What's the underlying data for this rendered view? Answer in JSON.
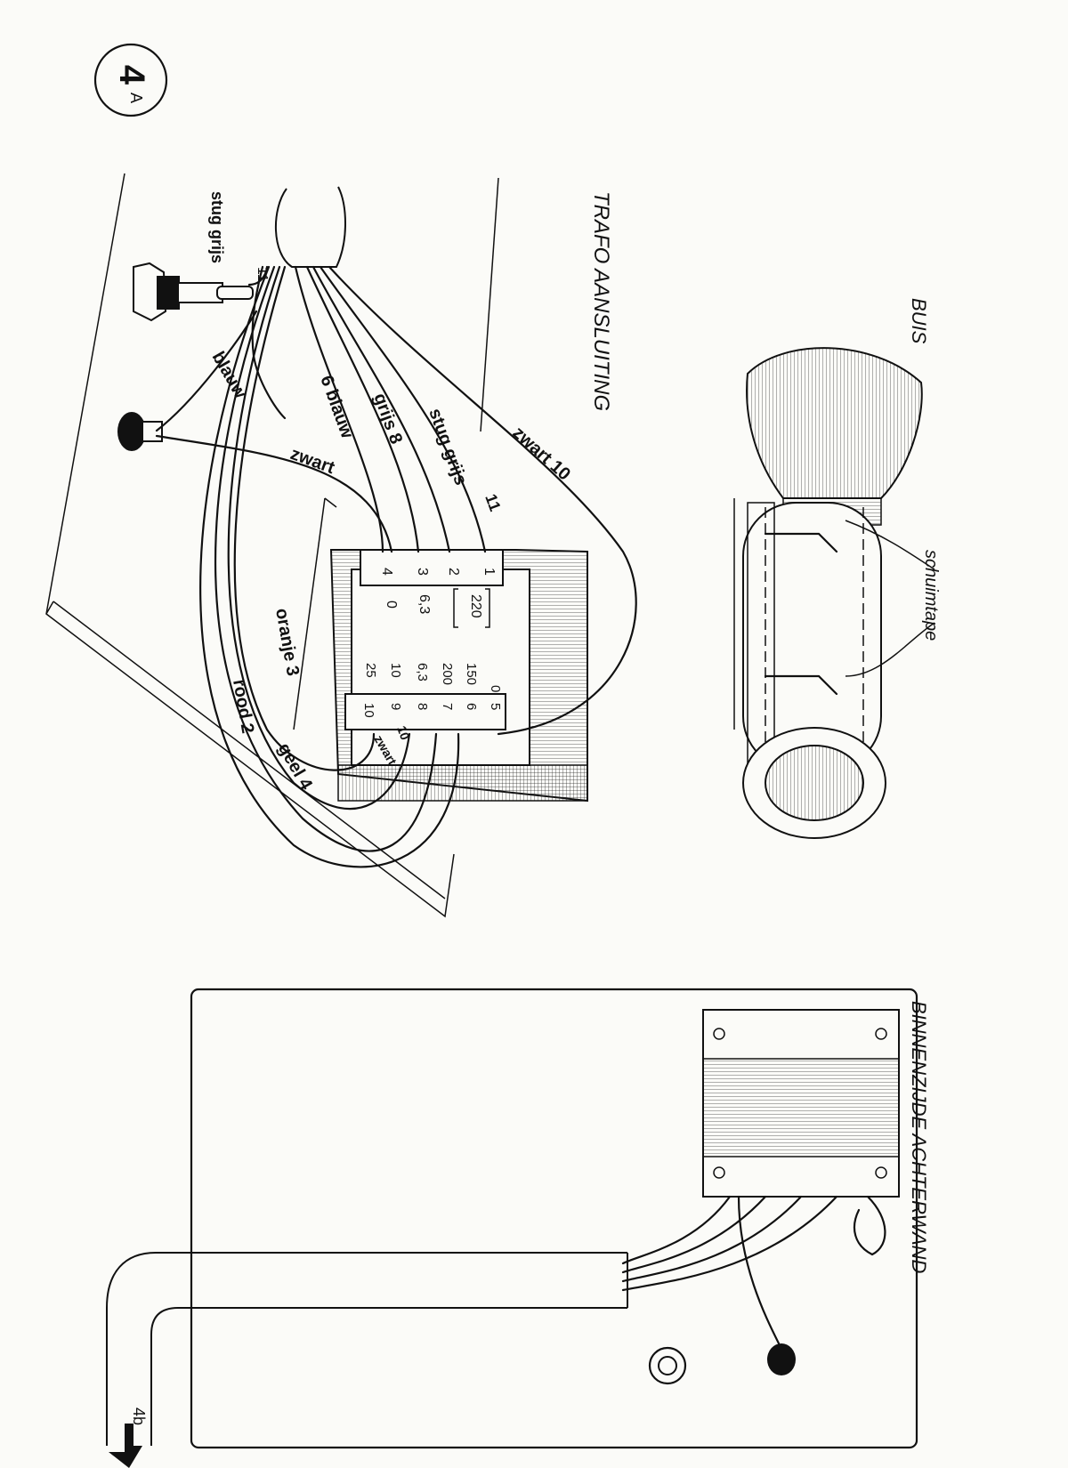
{
  "page_badge": {
    "number": "4",
    "suffix": "A"
  },
  "section_trafo": {
    "title": "TRAFO  AANSLUITING",
    "wire_labels": {
      "stug_grijs_top": "stug grijs",
      "eleven_top": "11",
      "blauw_top": "blauw",
      "zes_blauw": "6 blauw",
      "grijs_8": "grijs 8",
      "stug_grijs_mid": "stug grijs",
      "zwart_10": "zwart  10",
      "eleven_mid": "11",
      "zwart_mid": "zwart",
      "oranje_3": "oranje  3",
      "rood_2": "rood 2",
      "geel_4": "geel 4",
      "zwart_lower": "zwart"
    },
    "primary_terminals": [
      "4",
      "3",
      "2",
      "1"
    ],
    "primary_voltages": [
      "0",
      "6,3",
      "220"
    ],
    "secondary_terminals": [
      "10",
      "9",
      "8",
      "7",
      "6",
      "5"
    ],
    "secondary_voltages": [
      "25",
      "10",
      "6,3",
      "200",
      "150",
      "0"
    ],
    "stray_label": "10"
  },
  "section_buis": {
    "title": "BUIS",
    "callout": "schuimtape"
  },
  "section_achterwand": {
    "title": "BINNENZIJDE  ACHTERWAND",
    "arrow_label": "4b"
  }
}
